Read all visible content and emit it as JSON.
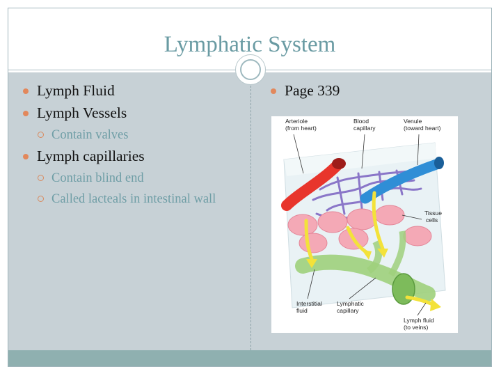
{
  "slide": {
    "title": "Lymphatic System"
  },
  "left_column": {
    "items": [
      {
        "label": "Lymph Fluid",
        "children": []
      },
      {
        "label": "Lymph Vessels",
        "children": [
          "Contain valves"
        ]
      },
      {
        "label": "Lymph capillaries",
        "children": [
          "Contain blind end",
          "Called lacteals in intestinal wall"
        ]
      }
    ]
  },
  "right_column": {
    "items": [
      {
        "label": "Page 339"
      }
    ]
  },
  "diagram": {
    "labels": {
      "arteriole_1": "Arteriole",
      "arteriole_2": "(from heart)",
      "blood_cap_1": "Blood",
      "blood_cap_2": "capillary",
      "venule_1": "Venule",
      "venule_2": "(toward heart)",
      "tissue_1": "Tissue",
      "tissue_2": "cells",
      "interstitial_1": "Interstitial",
      "interstitial_2": "fluid",
      "lymph_cap_1": "Lymphatic",
      "lymph_cap_2": "capillary",
      "lymph_fluid_1": "Lymph fluid",
      "lymph_fluid_2": "(to veins)"
    },
    "colors": {
      "artery": "#e8352c",
      "vein": "#2f8ed6",
      "capillary": "#8a76c8",
      "tissue_cell": "#f4a9b6",
      "lymph": "#9fd07c",
      "arrow": "#f3e23a"
    }
  },
  "theme": {
    "title_color": "#6a9ba3",
    "content_bg": "#c7d1d6",
    "footer_color": "#8fb0b0",
    "bullet_color": "#e2885c",
    "sub_text_color": "#6f9ea6"
  }
}
